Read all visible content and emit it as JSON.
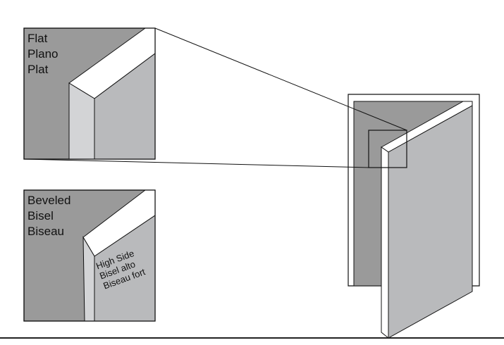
{
  "flat_panel": {
    "labels": [
      "Flat",
      "Plano",
      "Plat"
    ]
  },
  "beveled_panel": {
    "labels": [
      "Beveled",
      "Bisel",
      "Biseau"
    ],
    "edge_labels": [
      "High Side",
      "Bisel alto",
      "Biseau fort"
    ]
  },
  "colors": {
    "dark_gray": "#9a9a9a",
    "mid_gray": "#b9babc",
    "light_gray": "#d3d4d6",
    "outline": "#111111",
    "background": "#ffffff"
  }
}
